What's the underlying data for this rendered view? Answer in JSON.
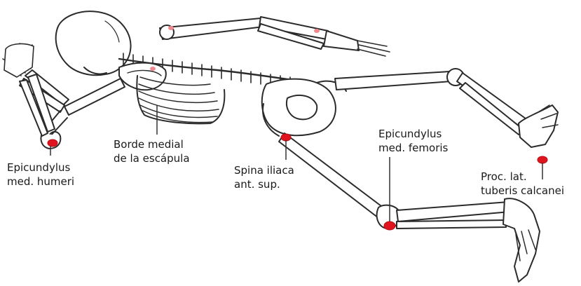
{
  "labels": {
    "epicondyle_humerus": {
      "line1": "Epicundylus",
      "line2": "med. humeri"
    },
    "scapula_border": {
      "line1": "Borde medial",
      "line2": "de la escápula"
    },
    "asis": {
      "line1": "Spina iliaca",
      "line2": "ant. sup."
    },
    "epicondyle_femur": {
      "line1": "Epicundylus",
      "line2": "med. femoris"
    },
    "calcaneus": {
      "line1": "Proc. lat.",
      "line2": "tuberis calcanei"
    }
  },
  "colors": {
    "bone_outline": "#2b2b2b",
    "bone_fill": "#ffffff",
    "marker": "#e0141e",
    "leader_line": "#333333"
  }
}
